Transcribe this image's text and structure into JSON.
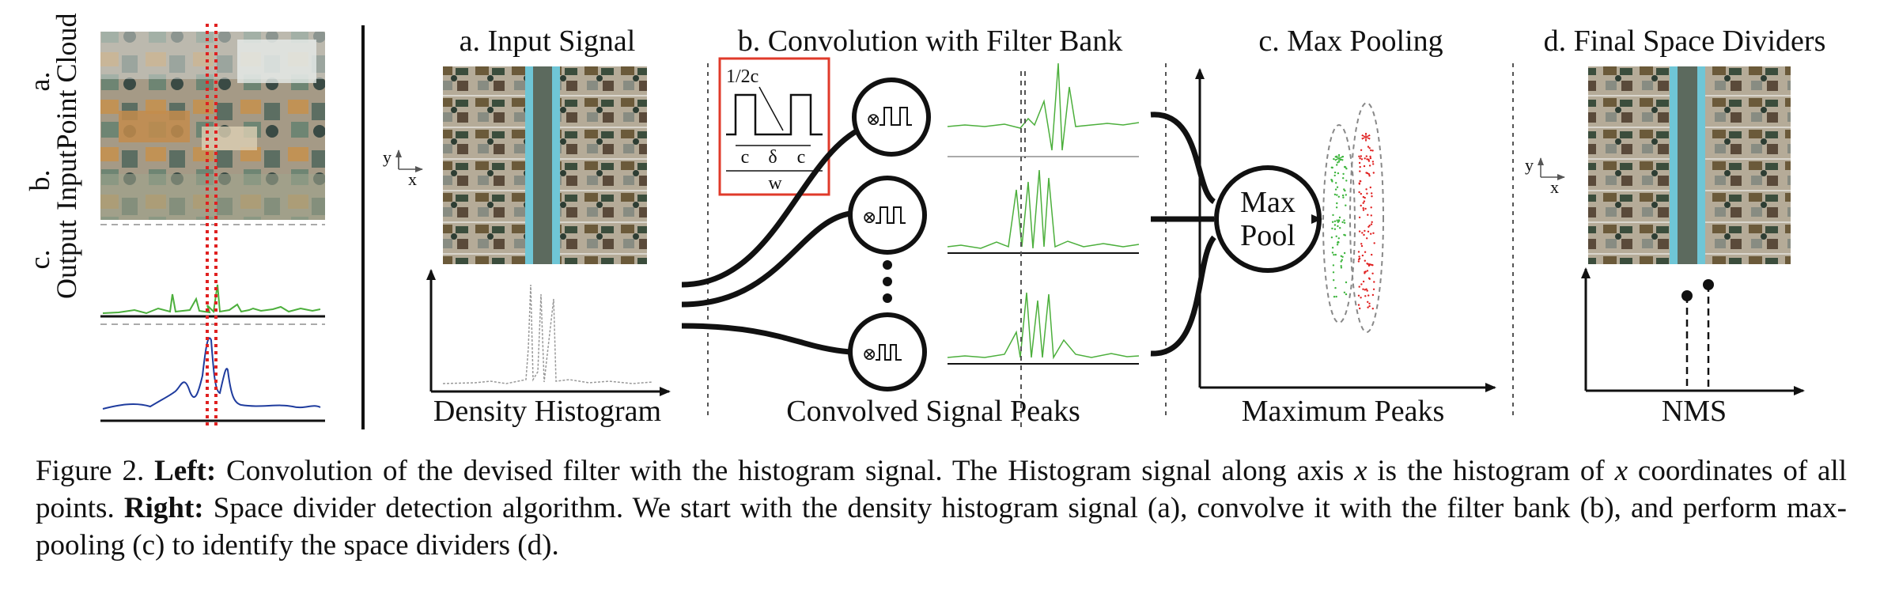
{
  "left_panel": {
    "rows": [
      {
        "label_line1": "a.",
        "label_line2": "Point Cloud"
      },
      {
        "label_line1": "b.",
        "label_line2": "Input"
      },
      {
        "label_line1": "c.",
        "label_line2": "Output"
      }
    ]
  },
  "panels": {
    "a_title": "a. Input Signal",
    "b_title": "b. Convolution with Filter Bank",
    "c_title": "c. Max Pooling",
    "d_title": "d. Final Space Dividers",
    "a_bottom": "Density Histogram",
    "b_bottom": "Convolved Signal Peaks",
    "c_bottom": "Maximum Peaks",
    "d_bottom": "NMS"
  },
  "axes_icon": {
    "y": "y",
    "x": "x"
  },
  "filter_diagram": {
    "half": "1/2c",
    "c": "c",
    "delta": "δ",
    "w": "w",
    "conv_symbol": "⊗"
  },
  "maxpool": {
    "line1": "Max",
    "line2": "Pool"
  },
  "peaks": {
    "marker": "*"
  },
  "caption": {
    "fig_label": "Figure 2.",
    "left_label": "Left:",
    "text1": " Convolution of the devised filter with the histogram signal.  The Histogram signal along axis ",
    "var_x": "x",
    "text2": " is the histogram of ",
    "var_x2": "x",
    "text3": " coordinates of all points. ",
    "right_label": "Right:",
    "text4": " Space divider detection algorithm. We start with the density histogram signal (a), convolve it with the filter bank (b), and perform max-pooling (c) to identify the space dividers (d)."
  },
  "colors": {
    "divider_cyan": "#6fc6d6",
    "input_green": "#4caf3c",
    "output_blue": "#1f3c9e",
    "dotted_red": "#e02020",
    "filter_box_red": "#e03a2a",
    "scatter_red": "#e02020",
    "scatter_green": "#3cb43c"
  }
}
